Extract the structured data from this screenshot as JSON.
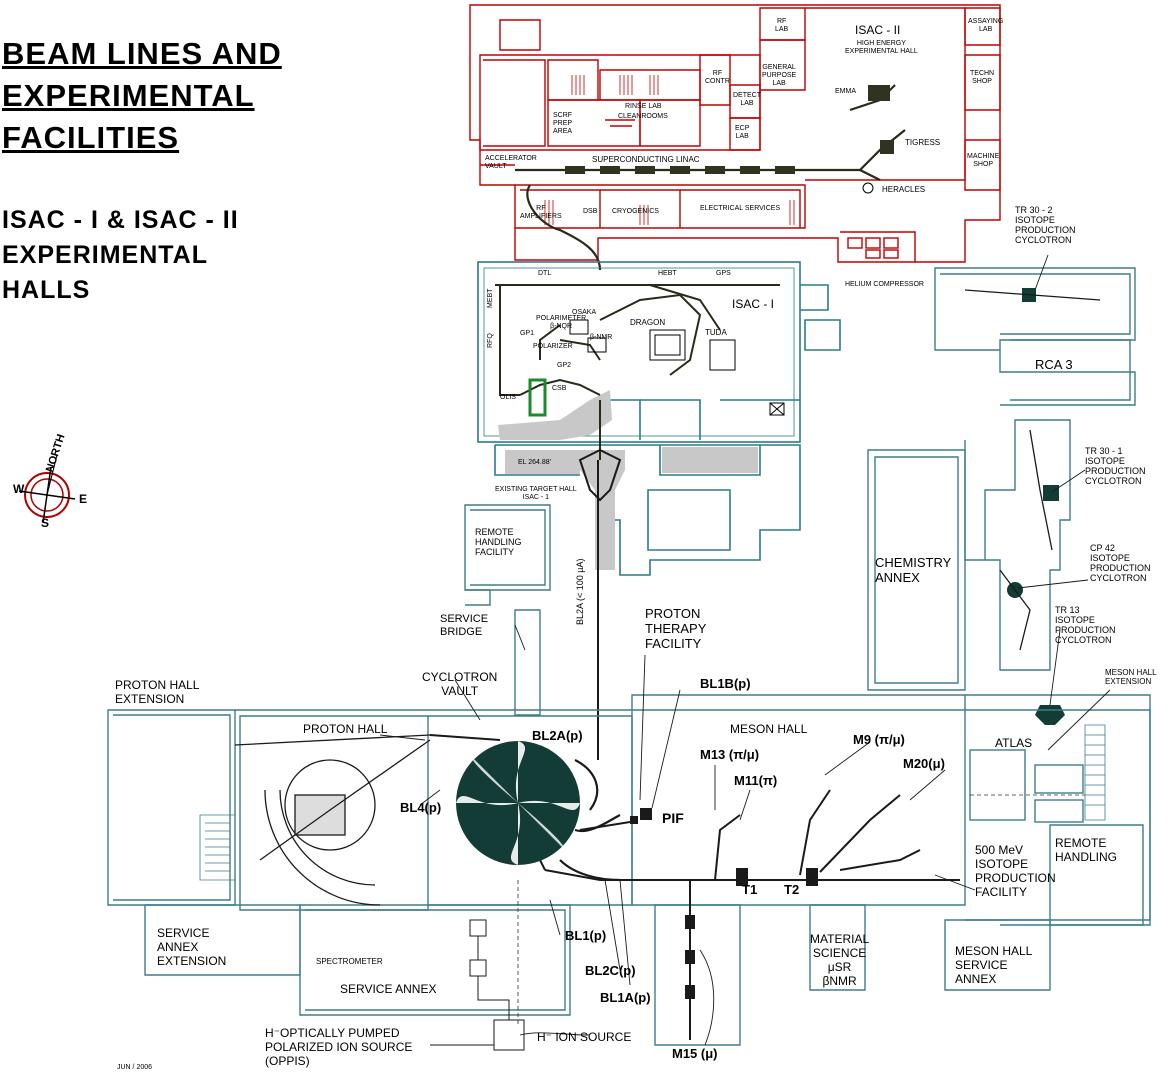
{
  "title": {
    "line1": "BEAM LINES AND",
    "line2": "EXPERIMENTAL",
    "line3": "FACILITIES"
  },
  "subtitle": {
    "line1": "ISAC - I & ISAC - II",
    "line2": "EXPERIMENTAL",
    "line3": "HALLS"
  },
  "compass": {
    "north": "NORTH",
    "west": "W",
    "east": "E",
    "south": "S"
  },
  "date": "JUN / 2006",
  "colors": {
    "isac2": "#c00000",
    "isac1": "#2b7a8c",
    "main": "#3f7d8c",
    "beam": "#1a1a1a",
    "shade": "#c8c8c8",
    "cyclotron": "#123c35"
  },
  "isac2": {
    "rf_lab": "RF\nLAB",
    "hall": "ISAC - II",
    "hall_sub": "HIGH ENERGY\nEXPERIMENTAL HALL",
    "assaying": "ASSAYING\nLAB",
    "techn_shop": "TECHN\nSHOP",
    "machine_shop": "MACHINE\nSHOP",
    "general_purpose": "GENERAL\nPURPOSE\nLAB",
    "rf_contr": "RF\nCONTR",
    "detect_lab": "DETECT\nLAB",
    "ecp_lab": "ECP\nLAB",
    "rinse_lab": "RINSE LAB",
    "cleanrooms": "CLEANROOMS",
    "srf_prep": "SCRF\nPREP\nAREA",
    "emma": "EMMA",
    "tigress": "TIGRESS",
    "heracles": "HERACLES",
    "accelerator_vault": "ACCELERATOR\nVAULT",
    "linac": "SUPERCONDUCTING LINAC",
    "rf_amplifiers": "RF\nAMPLIFIERS",
    "dsb": "DSB",
    "cryogenics": "CRYOGENICS",
    "electrical_services": "ELECTRICAL SERVICES",
    "helium_compressor": "HELIUM COMPRESSOR"
  },
  "isac1": {
    "hall": "ISAC - I",
    "dtl": "DTL",
    "hebt": "HEBT",
    "gps": "GPS",
    "mebt": "MEBT",
    "rfq": "RFQ",
    "polarimeter": "POLARIMETER\nβ-NQR",
    "osaka": "OSAKA",
    "polarizer": "POLARIZER",
    "gp1": "GP1",
    "gp2": "GP2",
    "bnmr": "β-NMR",
    "dragon": "DRAGON",
    "tuda": "TUDA",
    "ols": "OLIS",
    "csb": "CSB",
    "el": "EL 264.88'",
    "existing_target": "EXISTING TARGET HALL\nISAC - 1"
  },
  "isotope": {
    "tr30_2": "TR 30 - 2\nISOTOPE\nPRODUCTION\nCYCLOTRON",
    "rca3": "RCA 3",
    "tr30_1": "TR 30 - 1\nISOTOPE\nPRODUCTION\nCYCLOTRON",
    "cp42": "CP 42\nISOTOPE\nPRODUCTION\nCYCLOTRON",
    "tr13": "TR 13\nISOTOPE\nPRODUCTION\nCYCLOTRON",
    "meson_hall_extension": "MESON HALL\nEXTENSION"
  },
  "main": {
    "remote_handling_facility": "REMOTE\nHANDLING\nFACILITY",
    "service_bridge": "SERVICE\nBRIDGE",
    "bl2a_vertical": "BL2A (< 100 µA)",
    "proton_therapy": "PROTON\nTHERAPY\nFACILITY",
    "chemistry_annex": "CHEMISTRY\nANNEX",
    "proton_hall_extension": "PROTON HALL\nEXTENSION",
    "cyclotron_vault": "CYCLOTRON\nVAULT",
    "proton_hall": "PROTON HALL",
    "bl1b": "BL1B(p)",
    "bl2a": "BL2A(p)",
    "meson_hall": "MESON HALL",
    "m13": "M13 (π/μ)",
    "m9": "M9 (π/μ)",
    "m11": "M11(π)",
    "m20": "M20(μ)",
    "atlas": "ATLAS",
    "bl4": "BL4(p)",
    "pif": "PIF",
    "t1": "T1",
    "t2": "T2",
    "isotope_500": "500 MeV\nISOTOPE\nPRODUCTION\nFACILITY",
    "remote_handling": "REMOTE\nHANDLING",
    "bl1": "BL1(p)",
    "bl2c": "BL2C(p)",
    "bl1a": "BL1A(p)",
    "service_annex_extension": "SERVICE\nANNEX\nEXTENSION",
    "spectrometer": "SPECTROMETER",
    "service_annex": "SERVICE ANNEX",
    "material_science": "MATERIAL\nSCIENCE\nμSR\nβNMR",
    "meson_hall_service_annex": "MESON HALL\nSERVICE\nANNEX",
    "h_ion_source": "H⁻ ION SOURCE",
    "oppis": "H⁻OPTICALLY PUMPED\nPOLARIZED ION SOURCE\n(OPPIS)",
    "m15": "M15 (μ)"
  }
}
